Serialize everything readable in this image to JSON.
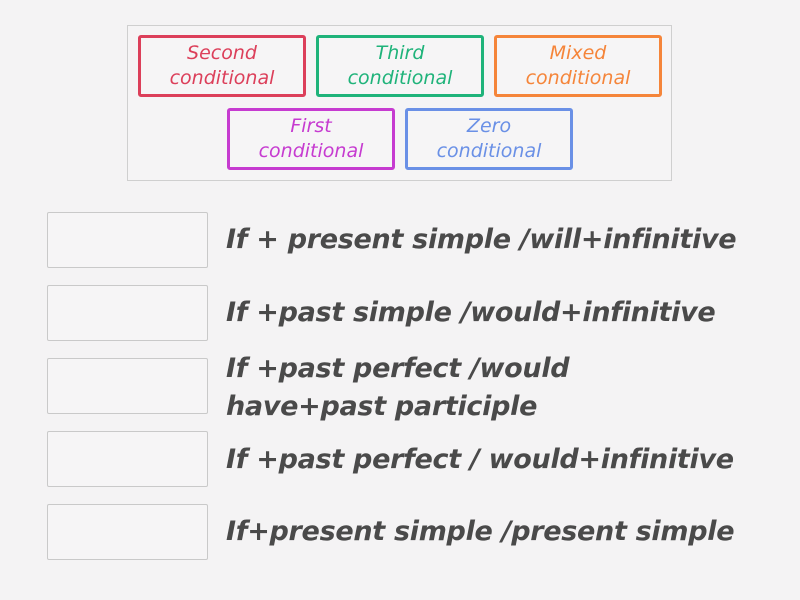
{
  "cards": [
    {
      "label": "Second conditional",
      "line1": "Second",
      "line2": "conditional",
      "color": "#dc3f5a"
    },
    {
      "label": "Third conditional",
      "line1": "Third",
      "line2": "conditional",
      "color": "#1fb37a"
    },
    {
      "label": "Mixed conditional",
      "line1": "Mixed",
      "line2": "conditional",
      "color": "#f5853a"
    },
    {
      "label": "First conditional",
      "line1": "First",
      "line2": "conditional",
      "color": "#c63bd0"
    },
    {
      "label": "Zero conditional",
      "line1": "Zero",
      "line2": "conditional",
      "color": "#6a90e6"
    }
  ],
  "prompts": [
    {
      "line1": "If + present simple /will+infinitive",
      "line2": ""
    },
    {
      "line1": "If +past simple /would+infinitive",
      "line2": ""
    },
    {
      "line1": "If +past perfect /would",
      "line2": "have+past participle"
    },
    {
      "line1": "If +past perfect / would+infinitive",
      "line2": ""
    },
    {
      "line1": "If+present simple /present simple",
      "line2": ""
    }
  ]
}
